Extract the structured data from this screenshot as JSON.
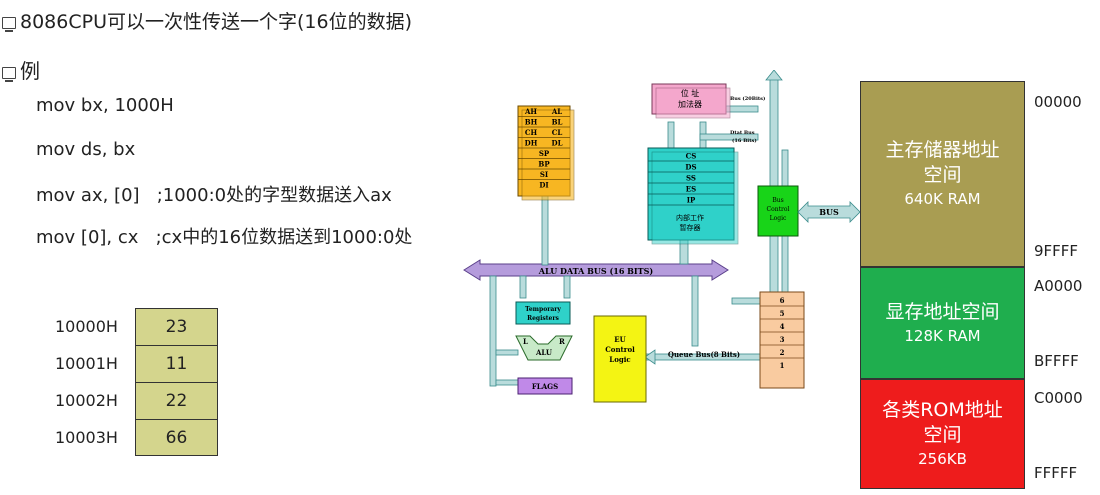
{
  "title": "8086CPU可以一次性传送一个字(16位的数据)",
  "example_label": "例",
  "code_lines": [
    "mov bx, 1000H",
    "mov ds, bx",
    "mov ax, [0]   ;1000:0处的字型数据送入ax",
    "mov [0], cx   ;cx中的16位数据送到1000:0处"
  ],
  "memory_cells": [
    {
      "address": "10000H",
      "value": "23"
    },
    {
      "address": "10001H",
      "value": "11"
    },
    {
      "address": "10002H",
      "value": "22"
    },
    {
      "address": "10003H",
      "value": "66"
    }
  ],
  "cpu_diagram": {
    "gp_registers": [
      [
        "AH",
        "AL"
      ],
      [
        "BH",
        "BL"
      ],
      [
        "CH",
        "CL"
      ],
      [
        "DH",
        "DL"
      ]
    ],
    "index_registers": [
      "SP",
      "BP",
      "SI",
      "DI"
    ],
    "adder_label": "位 址\n加法器",
    "bus_20bits": "Bus (20Bits)",
    "dtat_bus": "Dtat Bus\n(16 Bits)",
    "seg_registers": [
      "CS",
      "DS",
      "SS",
      "ES",
      "IP"
    ],
    "internal_regs_label": "内部工作\n暂存器",
    "bus_control_logic": "Bus\nControl\nLogic",
    "bus_label": "BUS",
    "alu_data_bus": "ALU DATA BUS (16 BITS)",
    "temp_registers": "Temporary\nRegisters",
    "alu_l": "L",
    "alu_r": "R",
    "alu_label": "ALU",
    "flags_label": "FLAGS",
    "eu_control_logic": "EU\nControl\nLogic",
    "queue_bus": "Queue  Bus(8 Bits)",
    "queue_slots": [
      "6",
      "5",
      "4",
      "3",
      "2",
      "1"
    ]
  },
  "memory_map": [
    {
      "name": "主存储器地址\n空间",
      "size": "640K RAM",
      "color": "#a99d52",
      "start": "00000",
      "end": "9FFFF"
    },
    {
      "name": "显存地址空间",
      "size": "128K RAM",
      "color": "#1fae4e",
      "start": "A0000",
      "end": "BFFFF"
    },
    {
      "name": "各类ROM地址\n空间",
      "size": "256KB",
      "color": "#ee1c1c",
      "start": "C0000",
      "end": "FFFFF"
    }
  ]
}
